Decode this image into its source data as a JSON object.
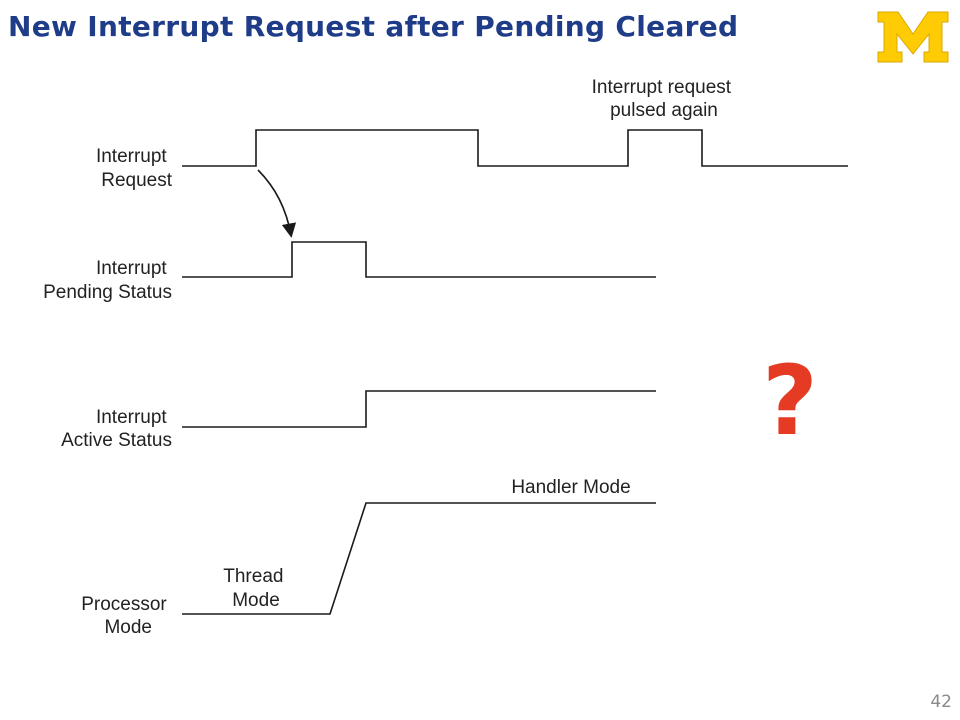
{
  "slide": {
    "title": "New Interrupt Request after Pending Cleared",
    "page_number": "42",
    "question_mark": "?",
    "accent_color": "#1f3c88",
    "logo_color": "#ffcb05",
    "question_color": "#e53a23",
    "logo_icon": "block-m-logo-icon"
  },
  "diagram": {
    "signals": [
      {
        "label_lines": [
          "Interrupt",
          "Request"
        ]
      },
      {
        "label_lines": [
          "Interrupt",
          "Pending Status"
        ]
      },
      {
        "label_lines": [
          "Interrupt",
          "Active Status"
        ]
      },
      {
        "label_lines": [
          "Processor",
          "Mode"
        ]
      }
    ],
    "annotations": {
      "pulse_again": [
        "Interrupt request",
        "pulsed again"
      ],
      "handler_mode": "Handler Mode",
      "thread_mode": [
        "Thread",
        "Mode"
      ]
    }
  }
}
